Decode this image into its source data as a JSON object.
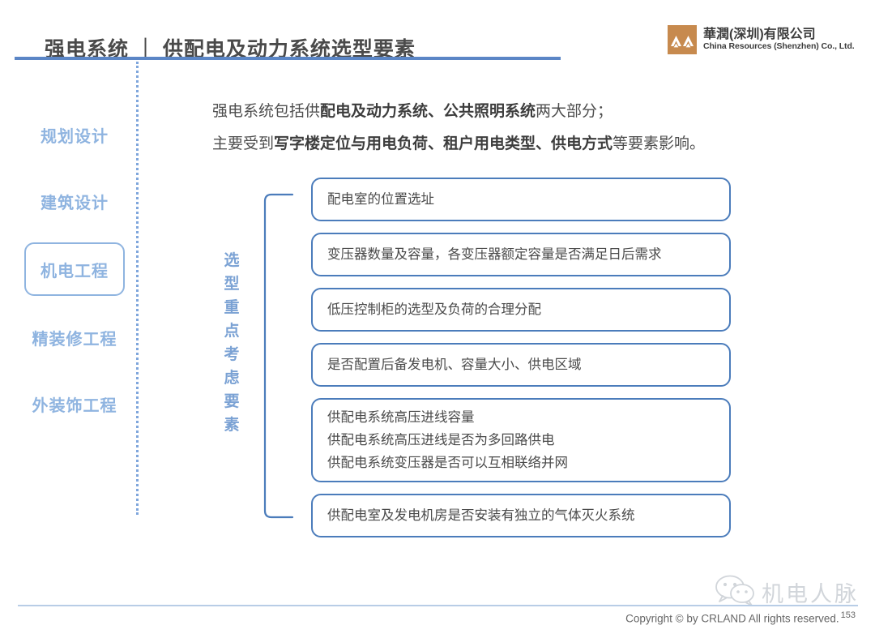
{
  "header": {
    "title": "强电系统 ｜ 供配电及动力系统选型要素",
    "rule_color": "#5b86c6"
  },
  "logo": {
    "mark_name": "china-resources-mountain-logo",
    "mark_color": "#c78a4e",
    "name_cn": "華潤(深圳)有限公司",
    "name_en": "China Resources (Shenzhen) Co., Ltd."
  },
  "sidebar": {
    "active_index": 2,
    "text_color": "#8fb4e0",
    "items": [
      {
        "label": "规划设计"
      },
      {
        "label": "建筑设计"
      },
      {
        "label": "机电工程"
      },
      {
        "label": "精装修工程"
      },
      {
        "label": "外装饰工程"
      }
    ]
  },
  "intro": {
    "line1_part1": "强电系统包括供",
    "line1_bold": "配电及动力系统、公共照明系统",
    "line1_part2": "两大部分；",
    "line2_part1": "主要受到",
    "line2_bold": "写字楼定位与用电负荷、租户用电类型、供电方式",
    "line2_part2": "等要素影响。"
  },
  "section_label": {
    "vertical_text": "选型重点考虑要素",
    "color": "#7ba2d4"
  },
  "bracket": {
    "color": "#4b7cbb"
  },
  "items": {
    "border_color": "#4b7cbb",
    "boxes": [
      {
        "lines": [
          "配电室的位置选址"
        ]
      },
      {
        "lines": [
          "变压器数量及容量，各变压器额定容量是否满足日后需求"
        ]
      },
      {
        "lines": [
          "低压控制柜的选型及负荷的合理分配"
        ]
      },
      {
        "lines": [
          "是否配置后备发电机、容量大小、供电区域"
        ]
      },
      {
        "lines": [
          "供配电系统高压进线容量",
          "供配电系统高压进线是否为多回路供电",
          "供配电系统变压器是否可以互相联络并网"
        ]
      },
      {
        "lines": [
          "供配电室及发电机房是否安装有独立的气体灭火系统"
        ]
      }
    ]
  },
  "footer": {
    "copyright": "Copyright © by CRLAND All rights reserved.",
    "page_number": "153",
    "rule_color": "#b8cde6"
  },
  "watermark": {
    "icon_name": "wechat-icon",
    "text": "机电人脉"
  }
}
